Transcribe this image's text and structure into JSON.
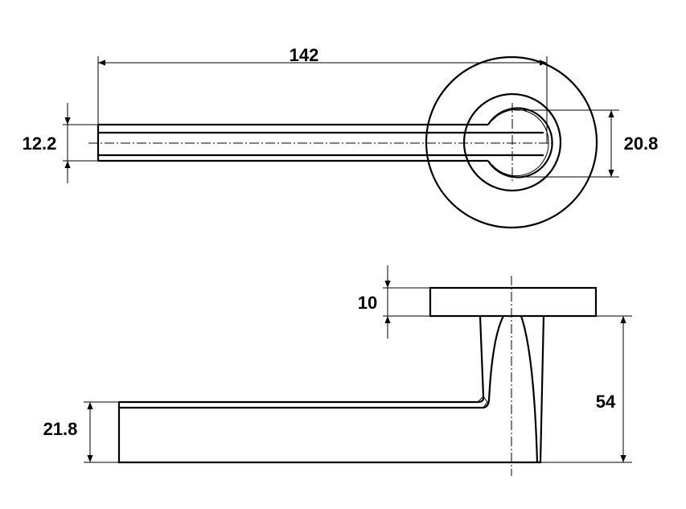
{
  "top_view": {
    "dimensions": {
      "length": "142",
      "lever_width": "12.2",
      "neck_diameter": "20.8"
    }
  },
  "side_view": {
    "dimensions": {
      "rose_thickness": "10",
      "projection": "54",
      "lever_height": "21.8"
    }
  },
  "colors": {
    "line": "#000000",
    "background": "#ffffff"
  }
}
